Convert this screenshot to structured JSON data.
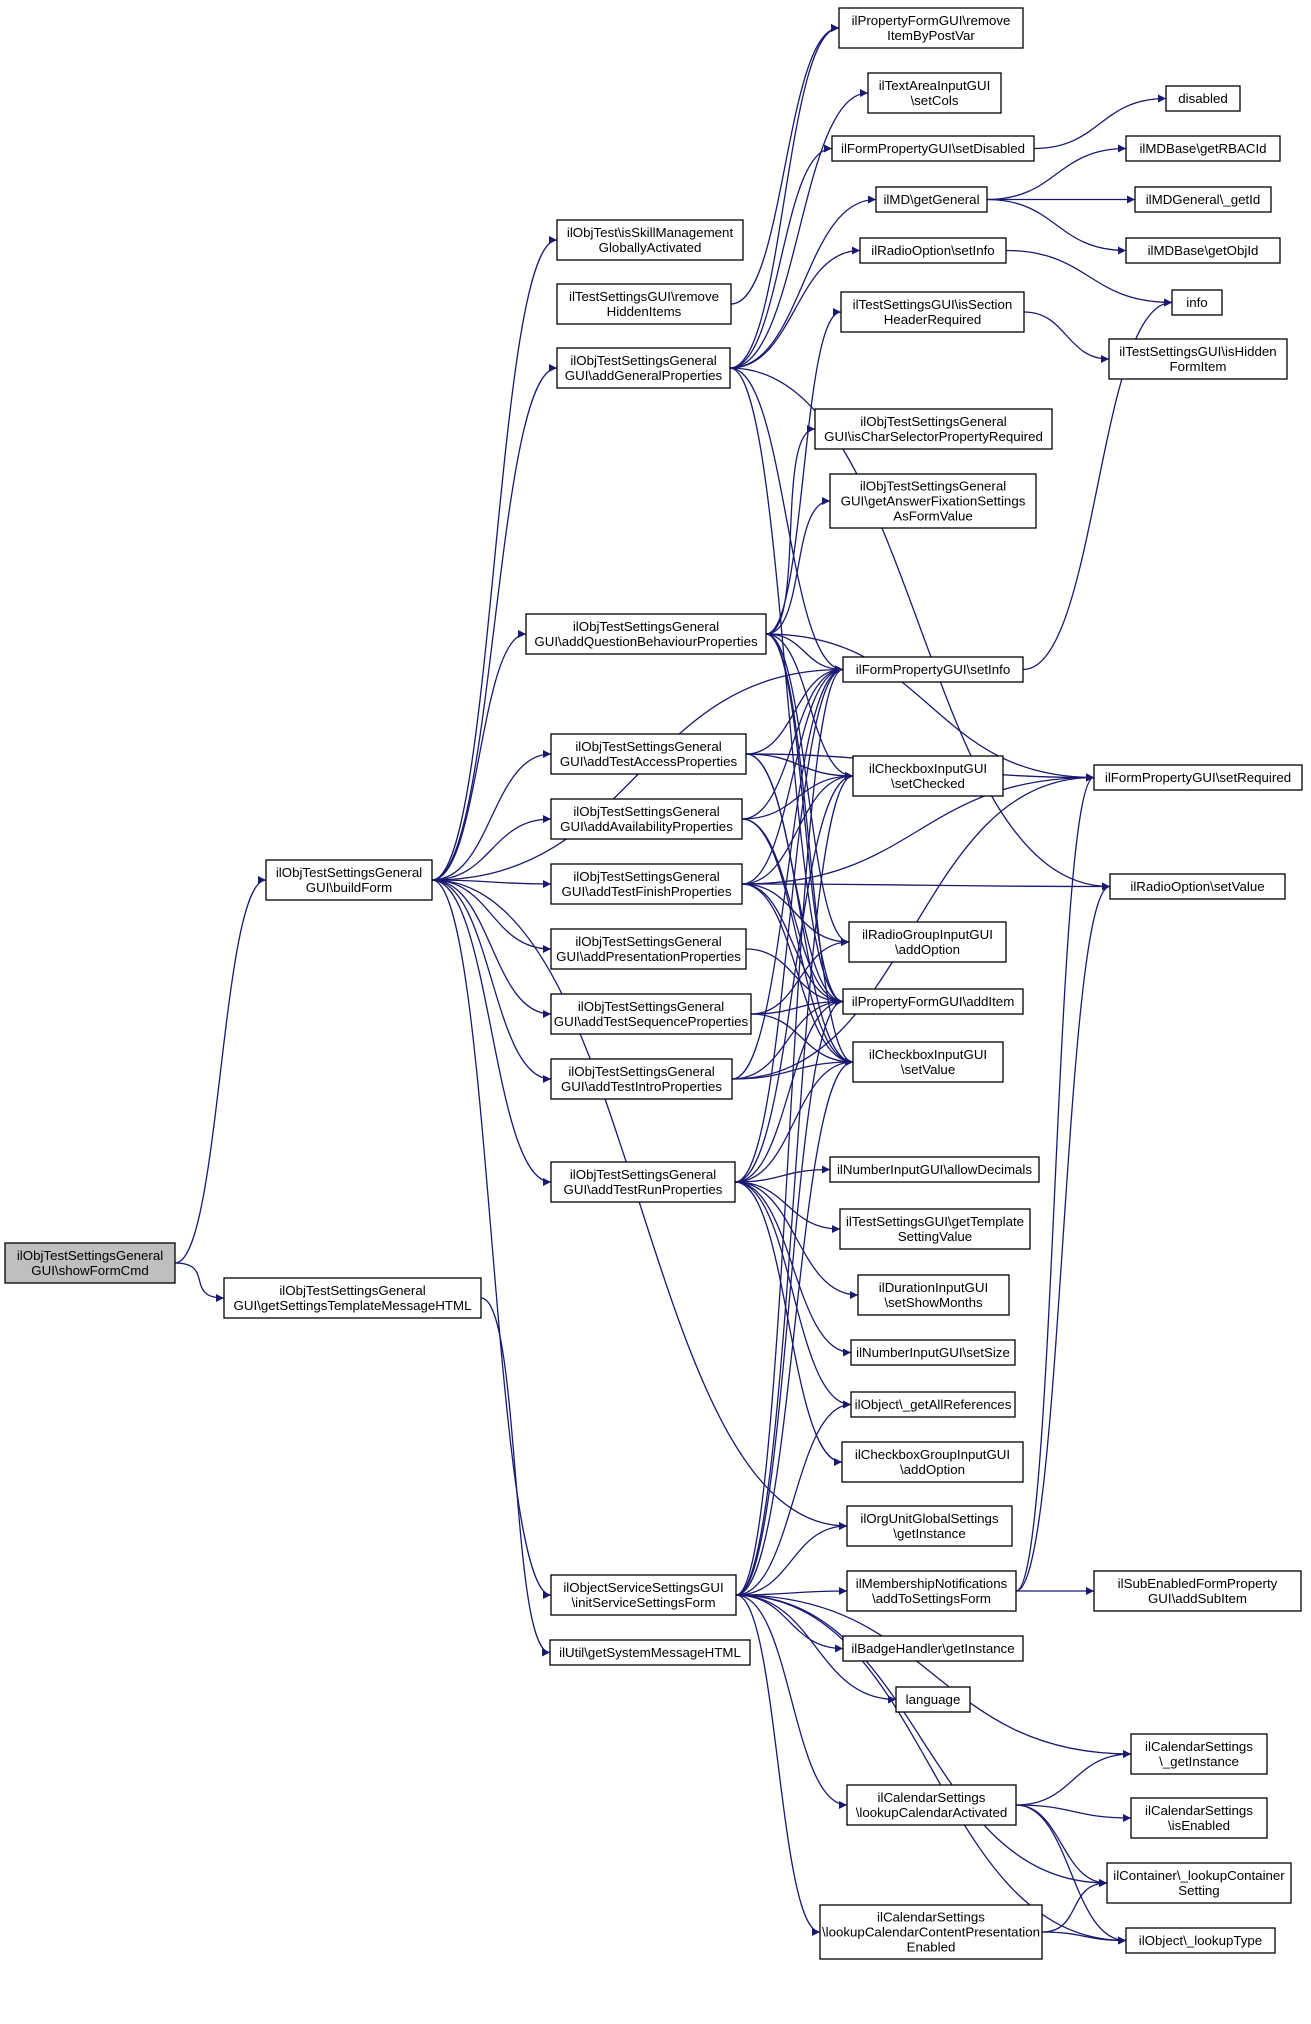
{
  "nodes": [
    {
      "id": "n0",
      "lines": [
        "ilObjTestSettingsGeneral",
        "GUI\\showFormCmd"
      ],
      "root": true
    },
    {
      "id": "n1",
      "lines": [
        "ilObjTestSettingsGeneral",
        "GUI\\buildForm"
      ]
    },
    {
      "id": "n2",
      "lines": [
        "ilObjTestSettingsGeneral",
        "GUI\\getSettingsTemplateMessageHTML"
      ]
    },
    {
      "id": "n3",
      "lines": [
        "ilObjTest\\isSkillManagement",
        "GloballyActivated"
      ]
    },
    {
      "id": "n4",
      "lines": [
        "ilTestSettingsGUI\\remove",
        "HiddenItems"
      ]
    },
    {
      "id": "n5",
      "lines": [
        "ilObjTestSettingsGeneral",
        "GUI\\addGeneralProperties"
      ]
    },
    {
      "id": "n6",
      "lines": [
        "ilObjTestSettingsGeneral",
        "GUI\\addQuestionBehaviourProperties"
      ]
    },
    {
      "id": "n7",
      "lines": [
        "ilObjTestSettingsGeneral",
        "GUI\\addTestAccessProperties"
      ]
    },
    {
      "id": "n8",
      "lines": [
        "ilObjTestSettingsGeneral",
        "GUI\\addAvailabilityProperties"
      ]
    },
    {
      "id": "n9",
      "lines": [
        "ilObjTestSettingsGeneral",
        "GUI\\addTestFinishProperties"
      ]
    },
    {
      "id": "n10",
      "lines": [
        "ilObjTestSettingsGeneral",
        "GUI\\addPresentationProperties"
      ]
    },
    {
      "id": "n11",
      "lines": [
        "ilObjTestSettingsGeneral",
        "GUI\\addTestSequenceProperties"
      ]
    },
    {
      "id": "n12",
      "lines": [
        "ilObjTestSettingsGeneral",
        "GUI\\addTestIntroProperties"
      ]
    },
    {
      "id": "n13",
      "lines": [
        "ilObjTestSettingsGeneral",
        "GUI\\addTestRunProperties"
      ]
    },
    {
      "id": "n14",
      "lines": [
        "ilObjectServiceSettingsGUI",
        "\\initServiceSettingsForm"
      ]
    },
    {
      "id": "n15",
      "lines": [
        "ilUtil\\getSystemMessageHTML"
      ]
    },
    {
      "id": "n16",
      "lines": [
        "ilPropertyFormGUI\\remove",
        "ItemByPostVar"
      ]
    },
    {
      "id": "n17",
      "lines": [
        "ilTextAreaInputGUI",
        "\\setCols"
      ]
    },
    {
      "id": "n18",
      "lines": [
        "ilFormPropertyGUI\\setDisabled"
      ]
    },
    {
      "id": "n19",
      "lines": [
        "ilMD\\getGeneral"
      ]
    },
    {
      "id": "n20",
      "lines": [
        "ilRadioOption\\setInfo"
      ]
    },
    {
      "id": "n21",
      "lines": [
        "ilTestSettingsGUI\\isSection",
        "HeaderRequired"
      ]
    },
    {
      "id": "n22",
      "lines": [
        "ilObjTestSettingsGeneral",
        "GUI\\isCharSelectorPropertyRequired"
      ]
    },
    {
      "id": "n23",
      "lines": [
        "ilObjTestSettingsGeneral",
        "GUI\\getAnswerFixationSettings",
        "AsFormValue"
      ]
    },
    {
      "id": "n24",
      "lines": [
        "ilFormPropertyGUI\\setInfo"
      ]
    },
    {
      "id": "n25",
      "lines": [
        "ilCheckboxInputGUI",
        "\\setChecked"
      ]
    },
    {
      "id": "n26",
      "lines": [
        "ilRadioGroupInputGUI",
        "\\addOption"
      ]
    },
    {
      "id": "n27",
      "lines": [
        "ilPropertyFormGUI\\addItem"
      ]
    },
    {
      "id": "n28",
      "lines": [
        "ilCheckboxInputGUI",
        "\\setValue"
      ]
    },
    {
      "id": "n29",
      "lines": [
        "ilNumberInputGUI\\allowDecimals"
      ]
    },
    {
      "id": "n30",
      "lines": [
        "ilTestSettingsGUI\\getTemplate",
        "SettingValue"
      ]
    },
    {
      "id": "n31",
      "lines": [
        "ilDurationInputGUI",
        "\\setShowMonths"
      ]
    },
    {
      "id": "n32",
      "lines": [
        "ilNumberInputGUI\\setSize"
      ]
    },
    {
      "id": "n33",
      "lines": [
        "ilObject\\_getAllReferences"
      ]
    },
    {
      "id": "n34",
      "lines": [
        "ilCheckboxGroupInputGUI",
        "\\addOption"
      ]
    },
    {
      "id": "n35",
      "lines": [
        "ilOrgUnitGlobalSettings",
        "\\getInstance"
      ]
    },
    {
      "id": "n36",
      "lines": [
        "ilMembershipNotifications",
        "\\addToSettingsForm"
      ]
    },
    {
      "id": "n37",
      "lines": [
        "ilBadgeHandler\\getInstance"
      ]
    },
    {
      "id": "n38",
      "lines": [
        "language"
      ]
    },
    {
      "id": "n39",
      "lines": [
        "ilCalendarSettings",
        "\\lookupCalendarActivated"
      ]
    },
    {
      "id": "n40",
      "lines": [
        "ilCalendarSettings",
        "\\lookupCalendarContentPresentation",
        "Enabled"
      ]
    },
    {
      "id": "n41",
      "lines": [
        "disabled"
      ]
    },
    {
      "id": "n42",
      "lines": [
        "ilMDBase\\getRBACId"
      ]
    },
    {
      "id": "n43",
      "lines": [
        "ilMDGeneral\\_getId"
      ]
    },
    {
      "id": "n44",
      "lines": [
        "ilMDBase\\getObjId"
      ]
    },
    {
      "id": "n45",
      "lines": [
        "info"
      ]
    },
    {
      "id": "n46",
      "lines": [
        "ilTestSettingsGUI\\isHidden",
        "FormItem"
      ]
    },
    {
      "id": "n47",
      "lines": [
        "ilFormPropertyGUI\\setRequired"
      ]
    },
    {
      "id": "n48",
      "lines": [
        "ilRadioOption\\setValue"
      ]
    },
    {
      "id": "n49",
      "lines": [
        "ilSubEnabledFormProperty",
        "GUI\\addSubItem"
      ]
    },
    {
      "id": "n50",
      "lines": [
        "ilCalendarSettings",
        "\\_getInstance"
      ]
    },
    {
      "id": "n51",
      "lines": [
        "ilCalendarSettings",
        "\\isEnabled"
      ]
    },
    {
      "id": "n52",
      "lines": [
        "ilContainer\\_lookupContainer",
        "Setting"
      ]
    },
    {
      "id": "n53",
      "lines": [
        "ilObject\\_lookupType"
      ]
    }
  ],
  "edges": [
    [
      "n0",
      "n1"
    ],
    [
      "n0",
      "n2"
    ],
    [
      "n1",
      "n3"
    ],
    [
      "n1",
      "n5"
    ],
    [
      "n1",
      "n6"
    ],
    [
      "n1",
      "n7"
    ],
    [
      "n1",
      "n8"
    ],
    [
      "n1",
      "n9"
    ],
    [
      "n1",
      "n10"
    ],
    [
      "n1",
      "n11"
    ],
    [
      "n1",
      "n12"
    ],
    [
      "n1",
      "n13"
    ],
    [
      "n1",
      "n14"
    ],
    [
      "n1",
      "n24"
    ],
    [
      "n1",
      "n35"
    ],
    [
      "n2",
      "n15"
    ],
    [
      "n4",
      "n16"
    ],
    [
      "n5",
      "n16"
    ],
    [
      "n5",
      "n17"
    ],
    [
      "n5",
      "n18"
    ],
    [
      "n5",
      "n19"
    ],
    [
      "n5",
      "n20"
    ],
    [
      "n5",
      "n24"
    ],
    [
      "n5",
      "n27"
    ],
    [
      "n5",
      "n48"
    ],
    [
      "n6",
      "n21"
    ],
    [
      "n6",
      "n22"
    ],
    [
      "n6",
      "n23"
    ],
    [
      "n6",
      "n24"
    ],
    [
      "n6",
      "n25"
    ],
    [
      "n6",
      "n26"
    ],
    [
      "n6",
      "n27"
    ],
    [
      "n6",
      "n28"
    ],
    [
      "n6",
      "n47"
    ],
    [
      "n7",
      "n24"
    ],
    [
      "n7",
      "n25"
    ],
    [
      "n7",
      "n27"
    ],
    [
      "n7",
      "n28"
    ],
    [
      "n7",
      "n47"
    ],
    [
      "n8",
      "n24"
    ],
    [
      "n8",
      "n25"
    ],
    [
      "n8",
      "n27"
    ],
    [
      "n8",
      "n28"
    ],
    [
      "n9",
      "n24"
    ],
    [
      "n9",
      "n25"
    ],
    [
      "n9",
      "n26"
    ],
    [
      "n9",
      "n27"
    ],
    [
      "n9",
      "n28"
    ],
    [
      "n9",
      "n47"
    ],
    [
      "n9",
      "n48"
    ],
    [
      "n10",
      "n27"
    ],
    [
      "n11",
      "n26"
    ],
    [
      "n11",
      "n27"
    ],
    [
      "n11",
      "n28"
    ],
    [
      "n12",
      "n24"
    ],
    [
      "n12",
      "n27"
    ],
    [
      "n12",
      "n28"
    ],
    [
      "n12",
      "n47"
    ],
    [
      "n13",
      "n24"
    ],
    [
      "n13",
      "n25"
    ],
    [
      "n13",
      "n27"
    ],
    [
      "n13",
      "n28"
    ],
    [
      "n13",
      "n29"
    ],
    [
      "n13",
      "n30"
    ],
    [
      "n13",
      "n31"
    ],
    [
      "n13",
      "n32"
    ],
    [
      "n13",
      "n33"
    ],
    [
      "n13",
      "n34"
    ],
    [
      "n14",
      "n24"
    ],
    [
      "n14",
      "n25"
    ],
    [
      "n14",
      "n27"
    ],
    [
      "n14",
      "n28"
    ],
    [
      "n14",
      "n33"
    ],
    [
      "n14",
      "n35"
    ],
    [
      "n14",
      "n36"
    ],
    [
      "n14",
      "n37"
    ],
    [
      "n14",
      "n38"
    ],
    [
      "n14",
      "n39"
    ],
    [
      "n14",
      "n40"
    ],
    [
      "n14",
      "n50"
    ],
    [
      "n14",
      "n52"
    ],
    [
      "n14",
      "n53"
    ],
    [
      "n18",
      "n41"
    ],
    [
      "n19",
      "n42"
    ],
    [
      "n19",
      "n43"
    ],
    [
      "n19",
      "n44"
    ],
    [
      "n20",
      "n45"
    ],
    [
      "n21",
      "n46"
    ],
    [
      "n24",
      "n45"
    ],
    [
      "n36",
      "n47"
    ],
    [
      "n36",
      "n48"
    ],
    [
      "n36",
      "n49"
    ],
    [
      "n39",
      "n50"
    ],
    [
      "n39",
      "n51"
    ],
    [
      "n39",
      "n52"
    ],
    [
      "n39",
      "n53"
    ],
    [
      "n40",
      "n52"
    ],
    [
      "n40",
      "n53"
    ]
  ]
}
